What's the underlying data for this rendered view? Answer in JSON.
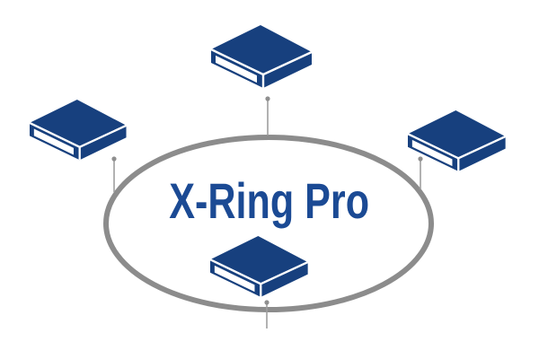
{
  "ring": {
    "label": "X-Ring Pro"
  },
  "devices": [
    {
      "position": "top",
      "icon": "network-switch-icon"
    },
    {
      "position": "left",
      "icon": "network-switch-icon"
    },
    {
      "position": "right",
      "icon": "network-switch-icon"
    },
    {
      "position": "bottom",
      "icon": "network-switch-icon"
    }
  ],
  "colors": {
    "device_blue": "#17407E",
    "label_blue": "#1B4A94",
    "ring_gray": "#8C8C8C",
    "connector_gray": "#9E9E9E",
    "node_dot_gray": "#8F8F8F",
    "device_edge_white": "#FFFFFF",
    "background": "#FFFFFF"
  }
}
